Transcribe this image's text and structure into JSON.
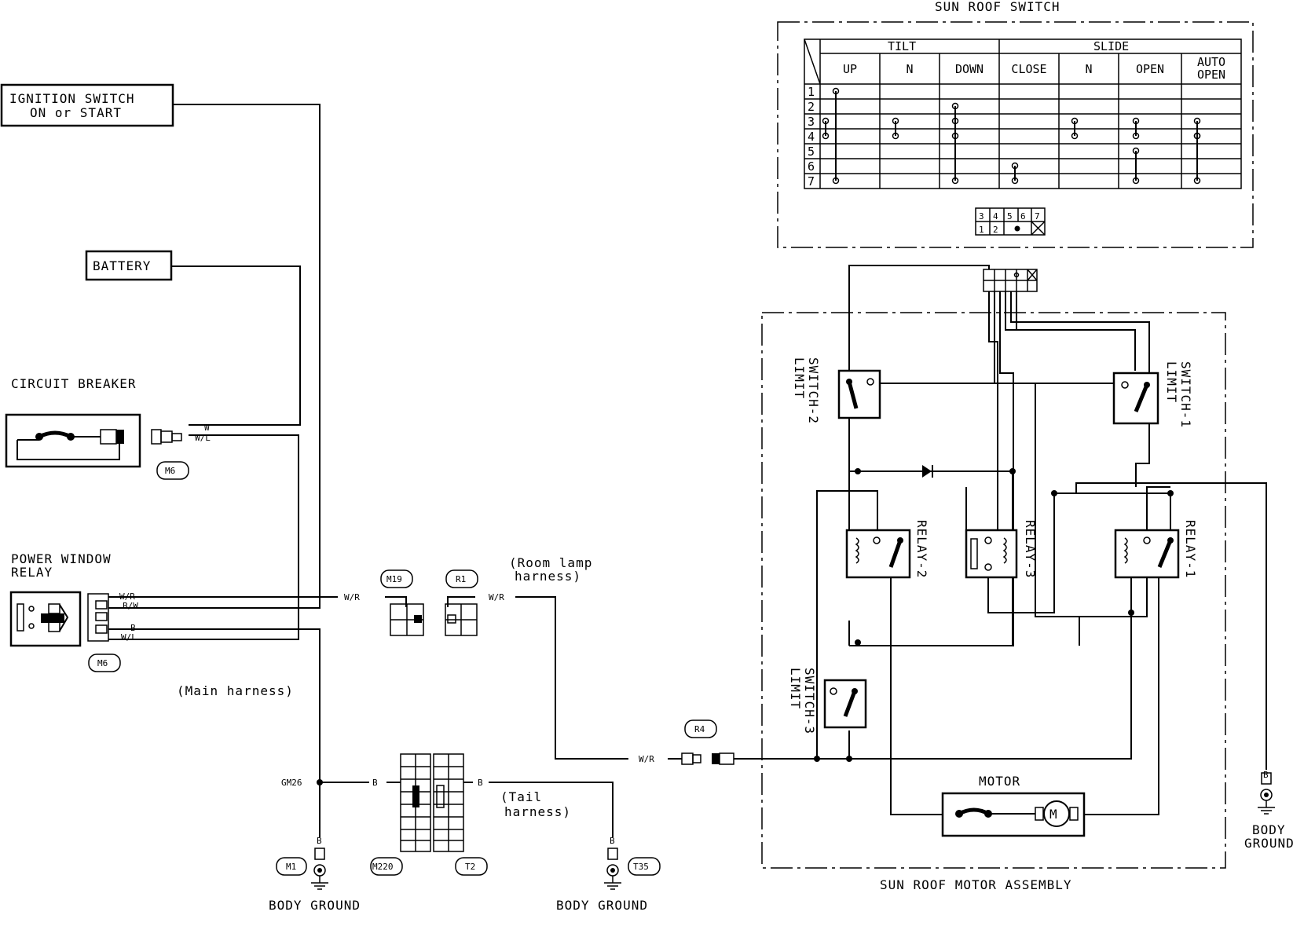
{
  "components": {
    "ignition_line1": "IGNITION SWITCH",
    "ignition_line2": "ON or START",
    "battery": "BATTERY",
    "circuit_breaker": "CIRCUIT BREAKER",
    "power_window_relay_line1": "POWER WINDOW",
    "power_window_relay_line2": "RELAY",
    "sun_roof_switch": "SUN ROOF SWITCH",
    "sun_roof_motor_assembly": "SUN ROOF MOTOR ASSEMBLY",
    "motor": "MOTOR",
    "relay1": "RELAY-1",
    "relay2": "RELAY-2",
    "relay3": "RELAY-3",
    "limit1_line1": "LIMIT",
    "limit1_line2": "SWITCH-1",
    "limit2_line1": "LIMIT",
    "limit2_line2": "SWITCH-2",
    "limit3_line1": "LIMIT",
    "limit3_line2": "SWITCH-3"
  },
  "connectors": {
    "m6_breaker": "M6",
    "m6_relay": "M6",
    "m19": "M19",
    "r1": "R1",
    "r4": "R4",
    "m220": "M220",
    "t2": "T2",
    "m1": "M1",
    "t35": "T35",
    "gm26": "GM26"
  },
  "harness": {
    "main": "(Main harness)",
    "room_lamp_line1": "(Room lamp",
    "room_lamp_line2": "harness)",
    "tail_line1": "(Tail",
    "tail_line2": "harness)"
  },
  "grounds": {
    "left": "BODY GROUND",
    "middle": "BODY GROUND",
    "right_line1": "BODY",
    "right_line2": "GROUND"
  },
  "wire_colors": {
    "w": "W",
    "wl_breaker": "W/L",
    "wr_relay": "W/R",
    "bw_relay": "B/W",
    "b_relay": "B",
    "wl_relay": "W/L",
    "wr_m19": "W/R",
    "wr_r1": "W/R",
    "wr_r4": "W/R",
    "b_m1": "B",
    "b_gm26": "B",
    "b_t2": "B",
    "b_t35": "B",
    "b_right": "B"
  },
  "switch_table": {
    "group_tilt": "TILT",
    "group_slide": "SLIDE",
    "columns": [
      "UP",
      "N",
      "DOWN",
      "CLOSE",
      "N",
      "OPEN",
      "AUTO OPEN"
    ],
    "rows": [
      "1",
      "2",
      "3",
      "4",
      "5",
      "6",
      "7"
    ],
    "connector_top": [
      "3",
      "4",
      "5",
      "6",
      "7"
    ],
    "connector_bottom": [
      "1",
      "2"
    ]
  }
}
